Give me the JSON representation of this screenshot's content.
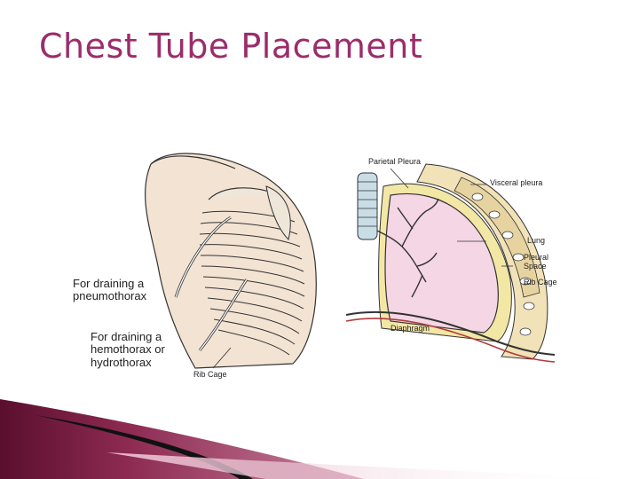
{
  "slide": {
    "title": "Chest Tube Placement"
  },
  "figure": {
    "left_panel": {
      "labels": {
        "pneumothorax": "For draining a\npneumothorax",
        "hemothorax": "For draining a\nhemothorax or\nhydrothorax",
        "rib_cage": "Rib Cage"
      }
    },
    "right_panel": {
      "labels": {
        "parietal_pleura": "Parietal Pleura",
        "visceral_pleura": "Visceral pleura",
        "lung": "Lung",
        "pleural_space": "Pleural\nSpace",
        "rib_cage": "Rib Cage",
        "diaphragm": "Diaphragm"
      }
    }
  },
  "colors": {
    "title": "#9b2d6b",
    "accent_dark": "#5a0f2e",
    "accent_light": "#c9849f"
  }
}
